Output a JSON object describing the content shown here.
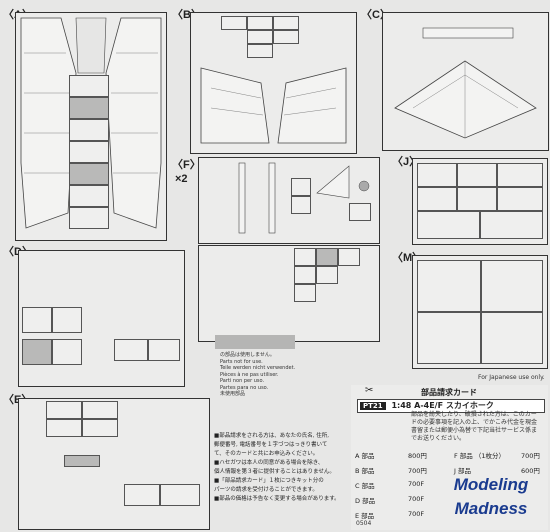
{
  "section_labels": {
    "a": "〈A〉",
    "b": "〈B〉",
    "c": "〈C〉",
    "d": "〈D〉",
    "e": "〈E〉",
    "f": "〈F〉",
    "f_qty": "×2",
    "j": "〈J〉",
    "m": "〈M〉"
  },
  "parts_not_used_notes": [
    "の部品は使用しません。",
    "Parts not for use.",
    "Teile werden nicht verwendet.",
    "Pièces à ne pas utiliser.",
    "Parti non per uso.",
    "Partes para no uso.",
    "未使用部品"
  ],
  "for_japanese_use_only": "For Japanese use only.",
  "card": {
    "title": "部品請求カード",
    "code": "PT21",
    "product": "1:48 A-4E/F スカイホーク",
    "instructions": "部品を紛失したり、破損された方は、このカードの必要事項を記入の上、でかこみ代金を現金書留または郵便小為替で下記当社サービス係までお送りください。",
    "prices": [
      {
        "label": "A 部品",
        "price": "800円"
      },
      {
        "label": "F 部品 （1枚分）",
        "price": "700円"
      },
      {
        "label": "B 部品",
        "price": "700円"
      },
      {
        "label": "J 部品",
        "price": "600円"
      },
      {
        "label": "C 部品",
        "price": "700F"
      },
      {
        "label": "D 部品",
        "price": "700F"
      },
      {
        "label": "E 部品",
        "price": "700F"
      }
    ],
    "footer_code": "0504"
  },
  "jp_notes": [
    "■部品請求をされる方は、あなたの氏名, 住所,",
    "郵便番号, 電話番号を１字づつはっきり書いて",
    "て、そのカードと共にお申込みください。",
    "■ハセガワは本人の同意がある場合を除き、",
    "個人情報を第３者に提供することはありません。",
    "■「部品請求カード」１枚につきキット分の",
    "パーツの請求を受付けることができます。",
    "■部品の価格は予告なく変更する場合があります。"
  ],
  "watermark": {
    "line1": "Modeling",
    "line2": "Madness"
  }
}
